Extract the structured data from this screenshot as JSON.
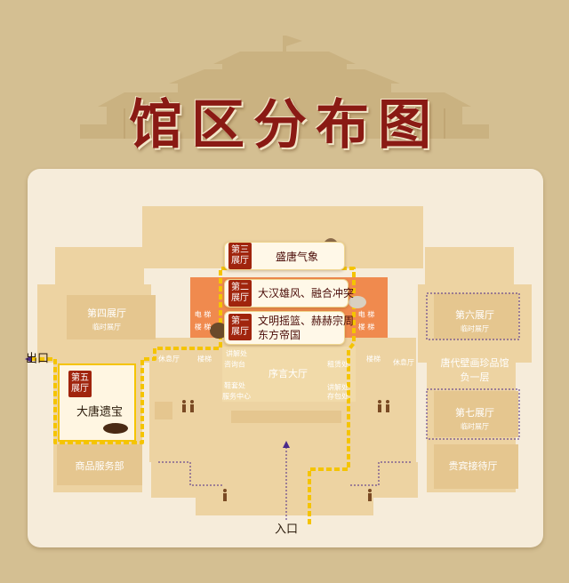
{
  "title": "馆区分布图",
  "colors": {
    "background": "#d4bf92",
    "panel": "#f6ecda",
    "building": "#edd3a2",
    "title": "#8a1a14",
    "hall_badge": "#a0240d",
    "route": "#f5c400",
    "corridor": "#f08a4e"
  },
  "halls": {
    "hall3": {
      "num": "第三\n展厅",
      "name": "盛唐气象"
    },
    "hall2": {
      "num": "第二\n展厅",
      "name": "大汉雄风、融合冲突"
    },
    "hall1": {
      "num": "第一\n展厅",
      "name_line1": "文明摇篮、赫赫宗周",
      "name_line2": "东方帝国"
    },
    "hall5": {
      "num": "第五\n展厅",
      "name": "大唐遗宝"
    },
    "hall4": {
      "name": "第四展厅",
      "sub": "临时展厅"
    },
    "hall6": {
      "name": "第六展厅",
      "sub": "临时展厅"
    },
    "hall7": {
      "name": "第七展厅",
      "sub": "临时展厅"
    }
  },
  "areas": {
    "lobby": "序言大厅",
    "treasure": "唐代壁画珍品馆",
    "basement": "负一层",
    "shop": "商品服务部",
    "vip": "贵宾接待厅",
    "lounge_left": "休息厅",
    "lounge_right": "休息厅",
    "elevator_left": "电 梯",
    "elevator_right": "电 梯",
    "stairs_left": "楼 梯",
    "stairs_right": "楼 梯",
    "stairs_mid_left": "楼梯",
    "stairs_mid_right": "楼梯",
    "guide": "讲解处",
    "consult": "咨询台",
    "lease": "租赁处",
    "audio": "讲解处",
    "service": "服务中心",
    "shoes": "鞋套处",
    "wardrobe": "存包处"
  },
  "entrances": {
    "entry": "入口",
    "exit": "出口"
  }
}
